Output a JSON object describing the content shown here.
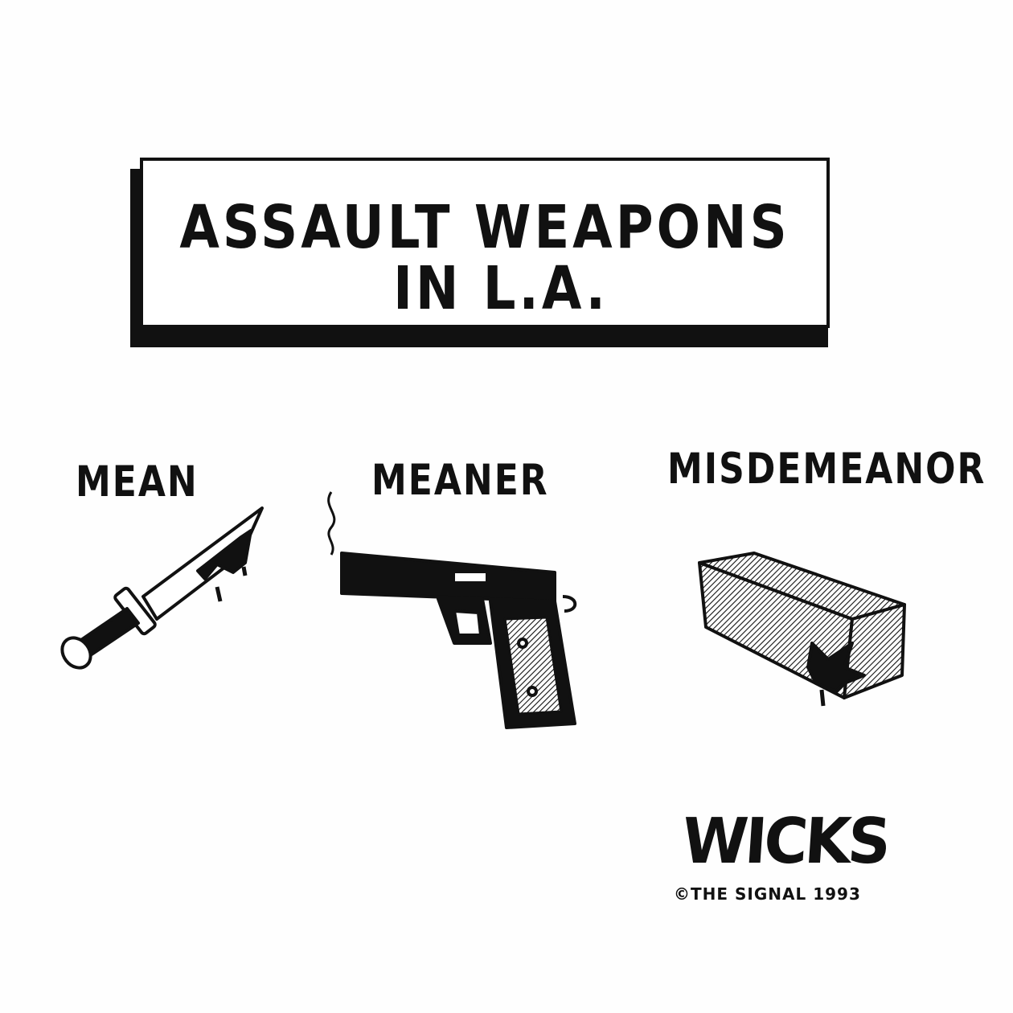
{
  "title": {
    "line1": "ASSAULT WEAPONS",
    "line2": "IN L.A."
  },
  "panels": [
    {
      "label": "MEAN",
      "icon": "bloody-knife-icon"
    },
    {
      "label": "MEANER",
      "icon": "smoking-gun-icon"
    },
    {
      "label": "MISDEMEANOR",
      "icon": "bloody-brick-icon"
    }
  ],
  "signature": "WICKS",
  "copyright": "©THE SIGNAL 1993",
  "colors": {
    "ink": "#111111",
    "paper": "#fefefe"
  }
}
